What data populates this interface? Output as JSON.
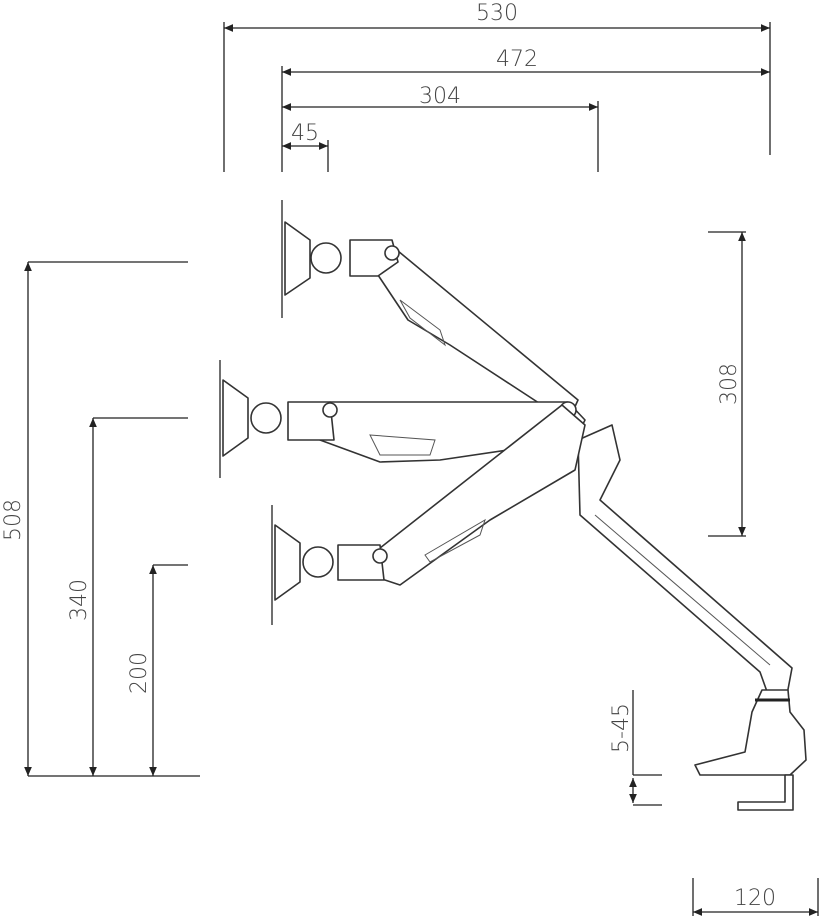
{
  "title": "Monitor arm dimension drawing",
  "dimensions": {
    "overall_width": "530",
    "reach_width": "472",
    "arm_width": "304",
    "plate_offset": "45",
    "vertical_travel": "308",
    "max_height": "508",
    "mid_height": "340",
    "min_height": "200",
    "clamp_thickness": "5-45",
    "base_width": "120"
  },
  "colors": {
    "line": "#222222",
    "text": "#444444",
    "background": "#ffffff"
  }
}
